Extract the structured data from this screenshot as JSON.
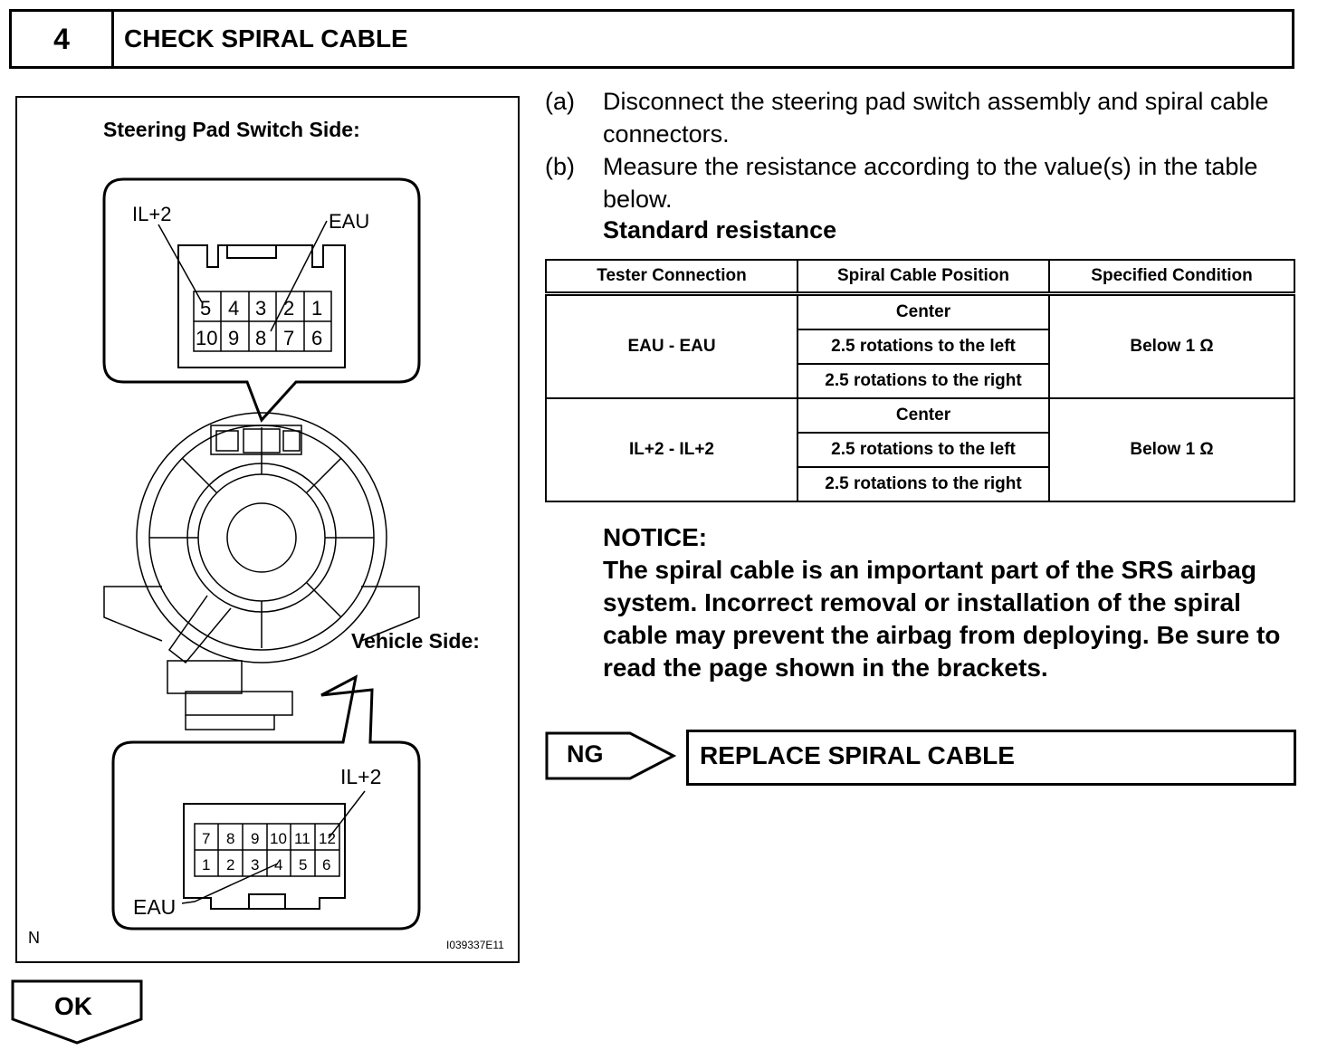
{
  "header": {
    "step_number": "4",
    "title": "CHECK SPIRAL CABLE"
  },
  "figure": {
    "pad_side_label": "Steering Pad Switch Side:",
    "vehicle_side_label": "Vehicle Side:",
    "pad_connector": {
      "top_row": [
        "5",
        "4",
        "3",
        "2",
        "1"
      ],
      "bottom_row": [
        "10",
        "9",
        "8",
        "7",
        "6"
      ],
      "label_il2": "IL+2",
      "label_eau": "EAU"
    },
    "vehicle_connector": {
      "top_row": [
        "7",
        "8",
        "9",
        "10",
        "11",
        "12"
      ],
      "bottom_row": [
        "1",
        "2",
        "3",
        "4",
        "5",
        "6"
      ],
      "label_il2": "IL+2",
      "label_eau": "EAU"
    },
    "corner_n": "N",
    "figure_id": "I039337E11"
  },
  "steps": [
    {
      "label": "(a)",
      "text": "Disconnect the steering pad switch assembly and spiral cable connectors."
    },
    {
      "label": "(b)",
      "text": "Measure the resistance according to the value(s) in the table below."
    }
  ],
  "standard_resistance": "Standard resistance",
  "table": {
    "headers": [
      "Tester Connection",
      "Spiral Cable Position",
      "Specified Condition"
    ],
    "groups": [
      {
        "connection": "EAU - EAU",
        "positions": [
          "Center",
          "2.5 rotations to the left",
          "2.5 rotations to the right"
        ],
        "condition": "Below 1 Ω"
      },
      {
        "connection": "IL+2 - IL+2",
        "positions": [
          "Center",
          "2.5 rotations to the left",
          "2.5 rotations to the right"
        ],
        "condition": "Below 1 Ω"
      }
    ]
  },
  "notice": {
    "title": "NOTICE:",
    "text": "The spiral cable is an important part of the SRS airbag system. Incorrect removal or installation of the spiral cable may prevent the airbag from deploying. Be sure to read the page shown in the brackets."
  },
  "ng": {
    "label": "NG",
    "action": "REPLACE SPIRAL CABLE"
  },
  "ok": {
    "label": "OK"
  }
}
